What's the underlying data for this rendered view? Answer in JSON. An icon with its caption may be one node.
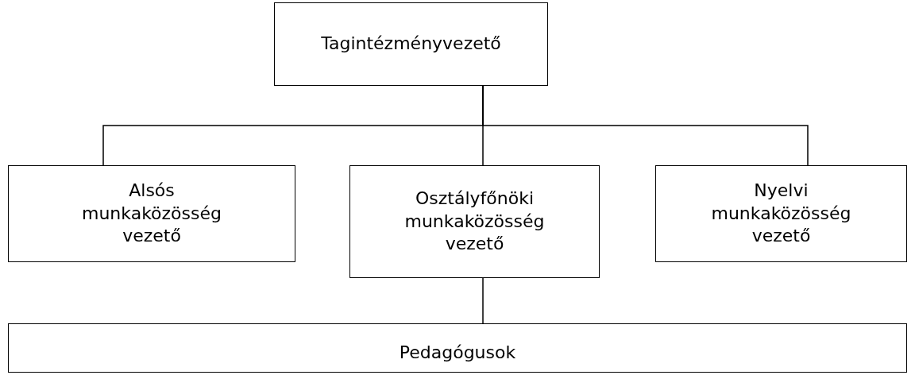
{
  "diagram": {
    "nodes": [
      {
        "text": [
          "Tagintézményvezető"
        ]
      },
      {
        "text": [
          "Alsós munkaközösség vezető"
        ]
      },
      {
        "text": [
          "Osztályfőnöki munkaközösség vezető"
        ]
      },
      {
        "text": [
          "Nyelvi munkaközösség vezető"
        ]
      },
      {
        "text": [
          "Pedagógusok"
        ]
      }
    ],
    "edges": [
      {
        "from": 0,
        "to": 1,
        "arrow": "none"
      },
      {
        "from": 0,
        "to": 2,
        "arrow": "none"
      },
      {
        "from": 0,
        "to": 3,
        "arrow": "none"
      },
      {
        "from": 2,
        "to": 4,
        "arrow": "none"
      }
    ]
  }
}
